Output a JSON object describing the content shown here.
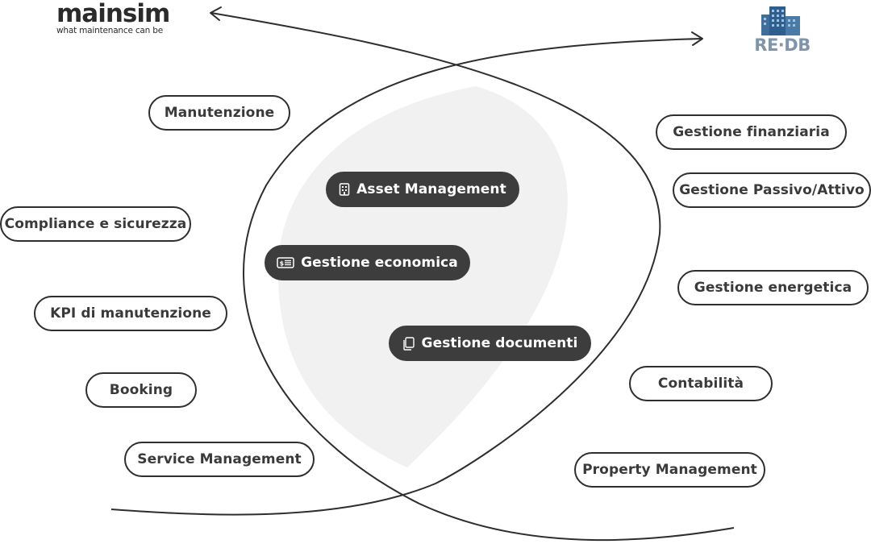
{
  "logos": {
    "mainsim": {
      "name": "mainsim",
      "tagline": "what maintenance can be"
    },
    "redb": {
      "name": "RE·DB"
    }
  },
  "colors": {
    "outline": "#2e2e2e",
    "pill_dark": "#3d3d3d",
    "lens_fill": "#f1f1f1",
    "pill_text": "#3a3a3a",
    "redb_blue": "#7f95aa"
  },
  "left_items": [
    "Manutenzione",
    "Compliance e sicurezza",
    "KPI di manutenzione",
    "Booking",
    "Service Management"
  ],
  "center_items": [
    {
      "label": "Asset Management",
      "icon": "building-icon"
    },
    {
      "label": "Gestione economica",
      "icon": "invoice-icon"
    },
    {
      "label": "Gestione documenti",
      "icon": "documents-icon"
    }
  ],
  "right_items": [
    "Gestione finanziaria",
    "Gestione Passivo/Attivo",
    "Gestione energetica",
    "Contabilità",
    "Property Management"
  ]
}
